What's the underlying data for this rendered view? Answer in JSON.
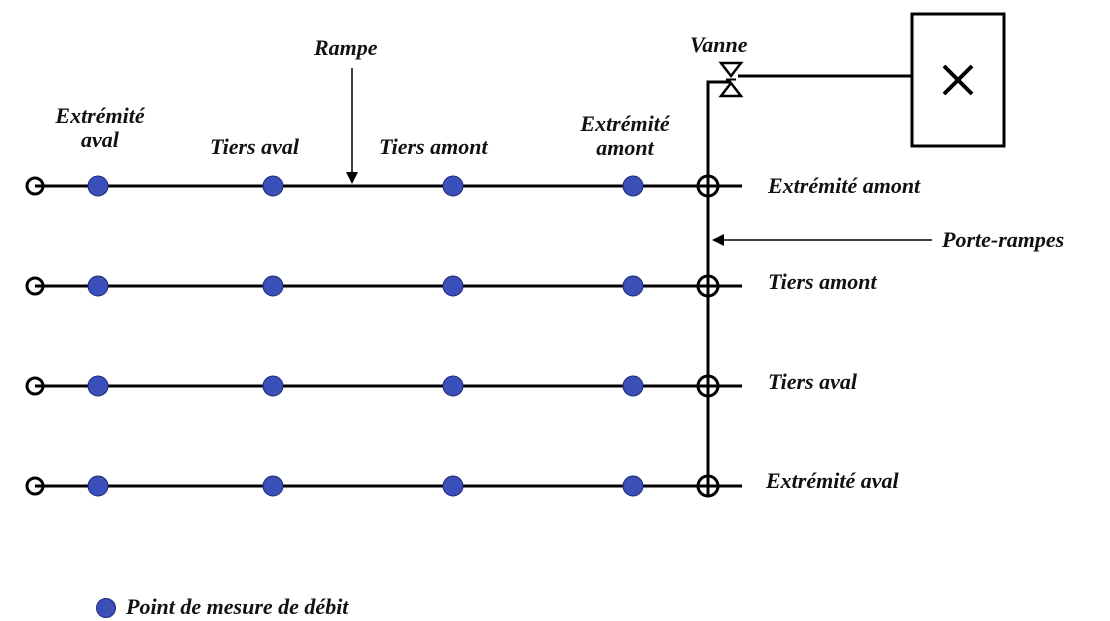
{
  "labels": {
    "rampe": "Rampe",
    "vanne": "Vanne",
    "porte_rampes": "Porte-rampes",
    "top_positions": [
      {
        "line1": "Extrémité",
        "line2": "aval"
      },
      {
        "line1": "Tiers aval",
        "line2": ""
      },
      {
        "line1": "Tiers amont",
        "line2": ""
      },
      {
        "line1": "Extrémité",
        "line2": "amont"
      }
    ],
    "rows": [
      "Extrémité amont",
      "Tiers amont",
      "Tiers aval",
      "Extrémité aval"
    ]
  },
  "legend": {
    "label": "Point de mesure de débit"
  },
  "colors": {
    "line": "#000000",
    "measure_point": "#3b4fb8",
    "measure_point_border": "#1e2a7a"
  },
  "icons": {
    "valve": "valve-icon",
    "pump_box": "pump-box-icon",
    "lateral_end": "lateral-end-cap-icon",
    "junction": "junction-icon"
  }
}
